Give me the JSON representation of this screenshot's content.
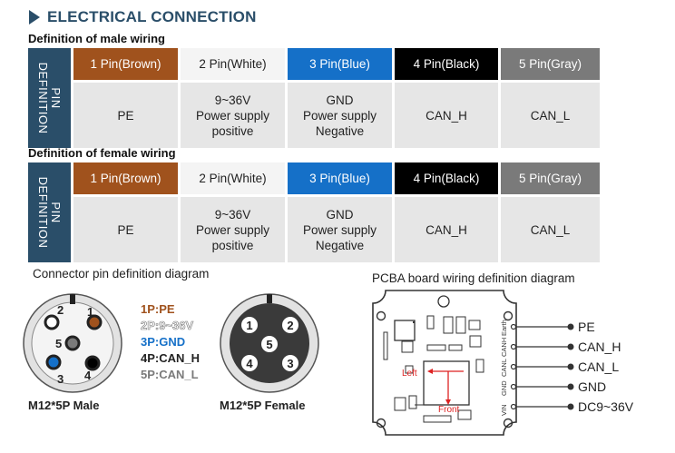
{
  "title": "ELECTRICAL CONNECTION",
  "male": {
    "heading": "Definition of male wiring",
    "side_label": [
      "PIN",
      "DEFINITION"
    ],
    "pins": [
      "1 Pin(Brown)",
      "2 Pin(White)",
      "3 Pin(Blue)",
      "4 Pin(Black)",
      "5 Pin(Gray)"
    ],
    "defs": [
      "PE",
      "9~36V\nPower supply\npositive",
      "GND\nPower supply\nNegative",
      "CAN_H",
      "CAN_L"
    ]
  },
  "female": {
    "heading": "Definition of female wiring",
    "side_label": [
      "PIN",
      "DEFINITION"
    ],
    "pins": [
      "1 Pin(Brown)",
      "2 Pin(White)",
      "3 Pin(Blue)",
      "4 Pin(Black)",
      "5 Pin(Gray)"
    ],
    "defs": [
      "PE",
      "9~36V\nPower supply\npositive",
      "GND\nPower supply\nNegative",
      "CAN_H",
      "CAN_L"
    ]
  },
  "pin_colors": {
    "brown": "#a0521d",
    "white": "#f4f4f4",
    "blue": "#1570c8",
    "black": "#000000",
    "gray": "#7a7a7a",
    "header_dark": "#2a4e69"
  },
  "connector": {
    "caption": "Connector pin definition diagram",
    "legend": [
      "1P:PE",
      "2P:9~36V",
      "3P:GND",
      "4P:CAN_H",
      "5P:CAN_L"
    ],
    "male_label": "M12*5P  Male",
    "female_label": "M12*5P  Female",
    "pin_numbers": [
      "1",
      "2",
      "3",
      "4",
      "5"
    ]
  },
  "pcba": {
    "caption": "PCBA board wiring definition diagram",
    "terminals": [
      "Earth",
      "CANH",
      "CANL",
      "GND",
      "VIN"
    ],
    "outputs": [
      "PE",
      "CAN_H",
      "CAN_L",
      "GND",
      "DC9~36V"
    ],
    "left_label": "Left",
    "front_label": "Front"
  }
}
